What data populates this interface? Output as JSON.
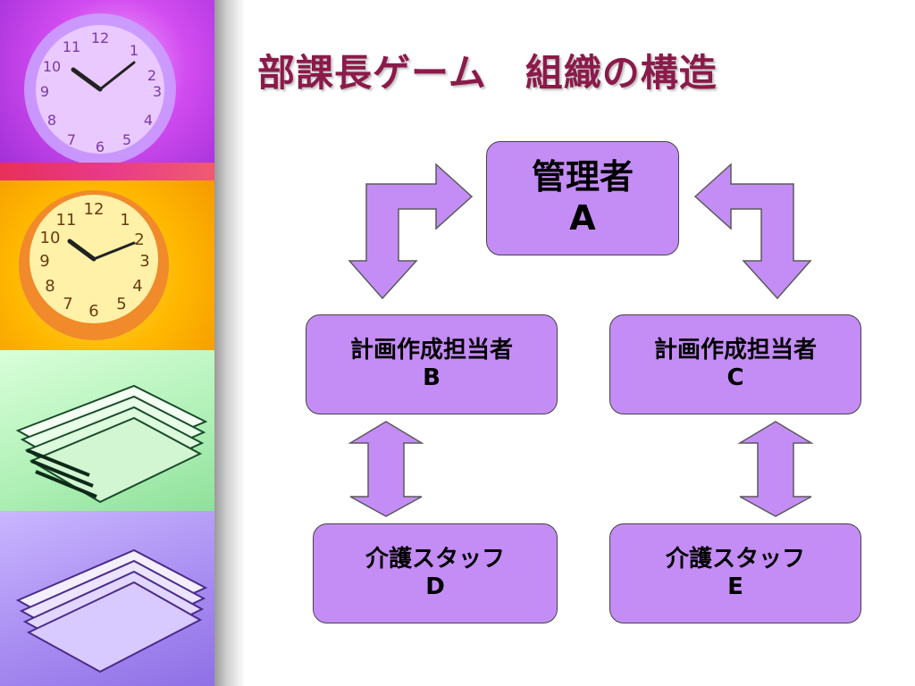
{
  "title": "部課長ゲーム　組織の構造",
  "diagram": {
    "manager": {
      "line1": "管理者",
      "line2": "A"
    },
    "planner_b": {
      "line1": "計画作成担当者",
      "line2": "B"
    },
    "planner_c": {
      "line1": "計画作成担当者",
      "line2": "C"
    },
    "staff_d": {
      "line1": "介護スタッフ",
      "line2": "D"
    },
    "staff_e": {
      "line1": "介護スタッフ",
      "line2": "E"
    }
  },
  "colors": {
    "box_fill": "#c48df5",
    "title": "#8b1a4a"
  },
  "decoration": {
    "left_strip": [
      "purple-clock-photo",
      "yellow-clock-photo",
      "green-papers-photo",
      "purple-papers-photo"
    ]
  }
}
